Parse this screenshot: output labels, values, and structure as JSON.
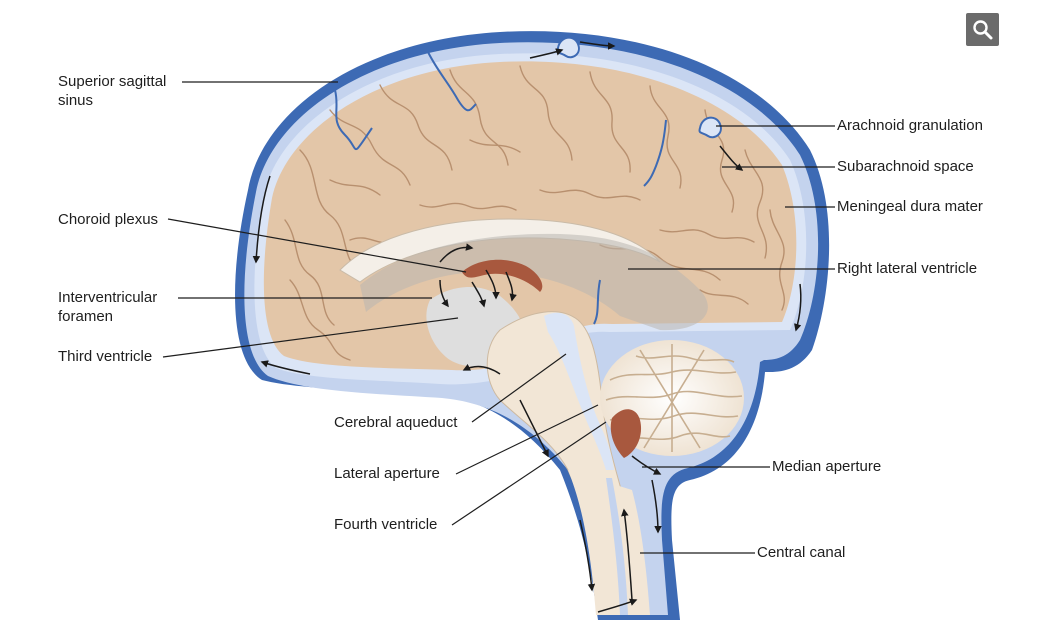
{
  "toolbar": {
    "zoom_icon": "magnifier-icon"
  },
  "labels": {
    "superior_sagittal_sinus": {
      "line1": "Superior sagittal",
      "line2": "sinus"
    },
    "choroid_plexus": "Choroid plexus",
    "interventricular_foramen": {
      "line1": "Interventricular",
      "line2": "foramen"
    },
    "third_ventricle": "Third ventricle",
    "cerebral_aqueduct": "Cerebral aqueduct",
    "lateral_aperture": "Lateral aperture",
    "fourth_ventricle": "Fourth ventricle",
    "arachnoid_granulation": "Arachnoid granulation",
    "subarachnoid_space": "Subarachnoid space",
    "meningeal_dura_mater": "Meningeal dura mater",
    "right_lateral_ventricle": "Right lateral ventricle",
    "median_aperture": "Median aperture",
    "central_canal": "Central canal"
  },
  "colors": {
    "dura": "#3d6ab4",
    "csf": "#c4d3ee",
    "csf_light": "#dbe5f6",
    "brain": "#e3c6a8",
    "brain_fold": "#b8906f",
    "ventricle": "#eef0f2",
    "choroid": "#a8583e",
    "cerebellum": "#f6ede1",
    "arrow": "#1a1a1a",
    "leader": "#1e1e1e"
  }
}
